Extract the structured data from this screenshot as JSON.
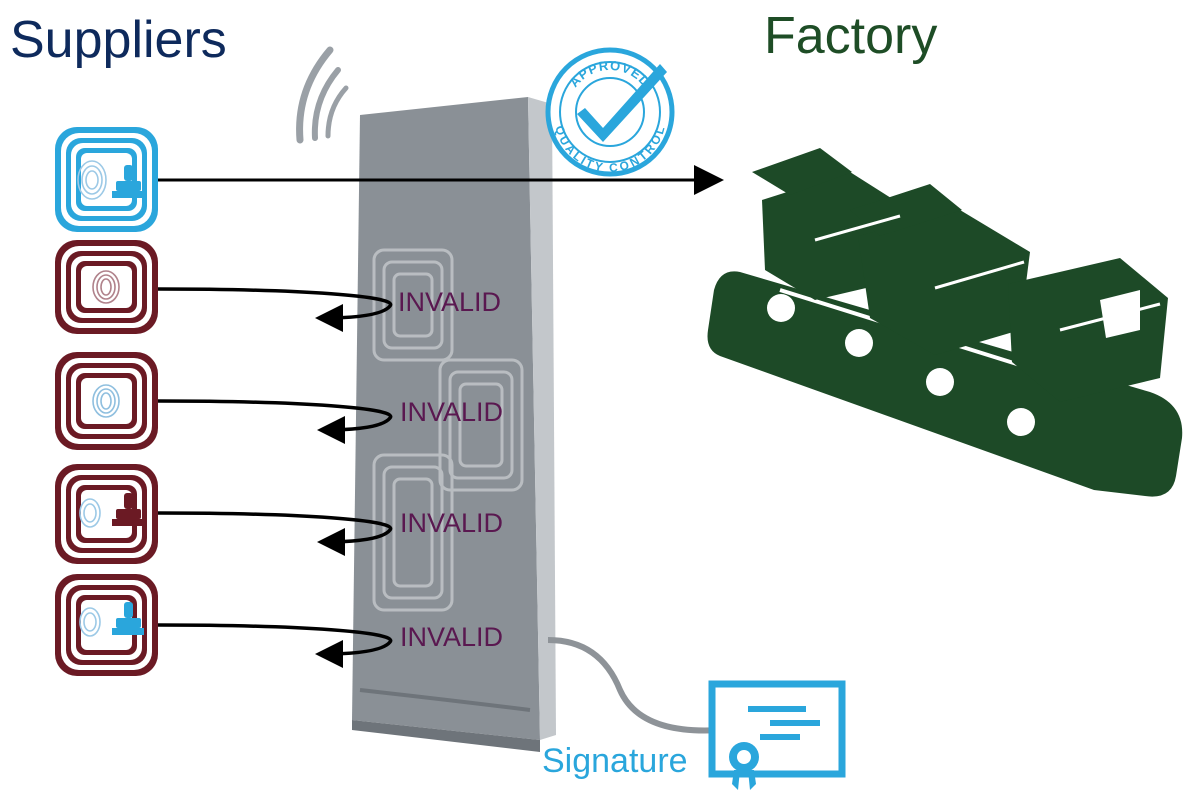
{
  "titles": {
    "suppliers": "Suppliers",
    "factory": "Factory"
  },
  "invalid_labels": [
    "INVALID",
    "INVALID",
    "INVALID",
    "INVALID"
  ],
  "signature_label": "Signature",
  "stamp": {
    "top_text": "APPROVED",
    "bottom_text": "QUALITY CONTROL"
  },
  "colors": {
    "suppliers_title": "#0e2a5c",
    "factory_title": "#1e4d26",
    "valid_tag": "#2aa6dc",
    "invalid_tag": "#6b1a24",
    "invalid_text": "#5a1850",
    "reader": "#8a9096",
    "factory_icon": "#1d4a27"
  }
}
